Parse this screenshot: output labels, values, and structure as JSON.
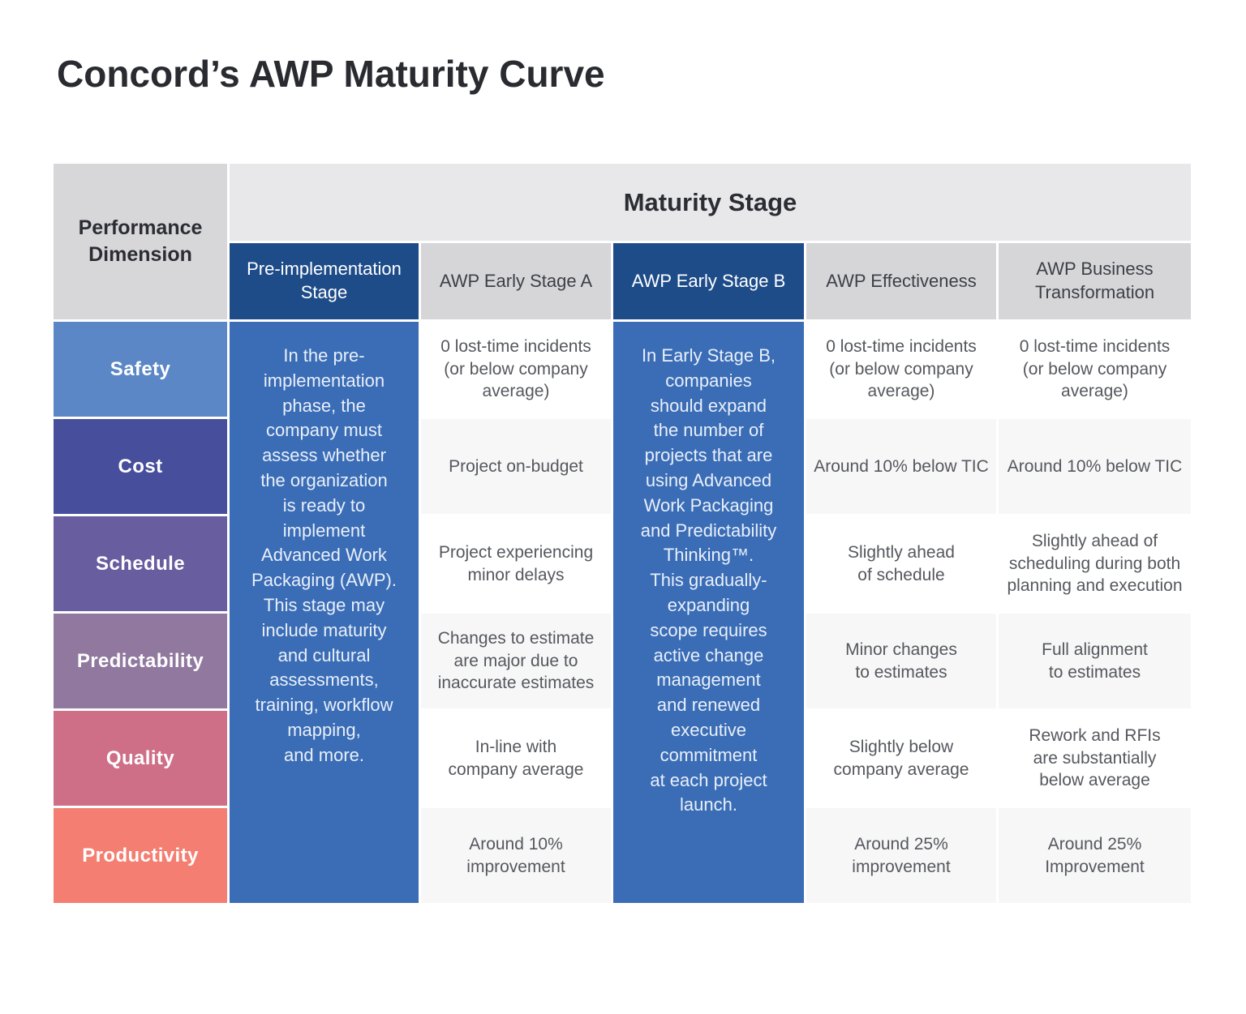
{
  "chart_data": {
    "type": "table",
    "title": "Concord’s AWP Maturity Curve",
    "corner_header": "Performance\nDimension",
    "group_header": "Maturity Stage",
    "columns": [
      {
        "id": "pre_implementation",
        "label": "Pre-implementation\nStage",
        "highlight": true
      },
      {
        "id": "awp_early_stage_a",
        "label": "AWP Early Stage A",
        "highlight": false
      },
      {
        "id": "awp_early_stage_b",
        "label": "AWP Early Stage B",
        "highlight": true
      },
      {
        "id": "awp_effectiveness",
        "label": "AWP Effectiveness",
        "highlight": false
      },
      {
        "id": "awp_business_transformation",
        "label": "AWP Business\nTransformation",
        "highlight": false
      }
    ],
    "rows": [
      {
        "label": "Safety",
        "color": "#5B87C6"
      },
      {
        "label": "Cost",
        "color": "#474F9D"
      },
      {
        "label": "Schedule",
        "color": "#675D9F"
      },
      {
        "label": "Predictability",
        "color": "#90789F"
      },
      {
        "label": "Quality",
        "color": "#CE6E87"
      },
      {
        "label": "Productivity",
        "color": "#F47E71"
      }
    ],
    "merged_columns": {
      "pre_implementation": "In the pre-\nimplementation\nphase, the\ncompany must\nassess whether\nthe organization\nis ready to\nimplement\nAdvanced Work\nPackaging (AWP).\nThis stage may\ninclude maturity\nand cultural\nassessments,\ntraining, workflow\nmapping,\nand more.",
      "awp_early_stage_b": "In Early Stage B,\ncompanies\nshould expand\nthe number of\nprojects that are\nusing Advanced\nWork Packaging\nand Predictability\nThinking™.\nThis gradually-\nexpanding\nscope requires\nactive change\nmanagement\nand renewed\nexecutive\ncommitment\nat each project\nlaunch."
    },
    "cells": {
      "awp_early_stage_a": [
        "0 lost-time incidents\n(or below company\naverage)",
        "Project on-budget",
        "Project experiencing\nminor delays",
        "Changes to estimate\nare major due to\ninaccurate estimates",
        "In-line with\ncompany average",
        "Around 10%\nimprovement"
      ],
      "awp_effectiveness": [
        "0 lost-time incidents\n(or below company\naverage)",
        "Around 10% below TIC",
        "Slightly ahead\nof schedule",
        "Minor changes\nto estimates",
        "Slightly below\ncompany average",
        "Around 25%\nimprovement"
      ],
      "awp_business_transformation": [
        "0 lost-time incidents\n(or below company\naverage)",
        "Around 10% below TIC",
        "Slightly ahead of\nscheduling during both\nplanning and execution",
        "Full alignment\nto estimates",
        "Rework and RFIs\nare substantially\nbelow average",
        "Around 25%\nImprovement"
      ]
    },
    "colors": {
      "header_blue": "#1E4C89",
      "body_blue": "#3A6DB6",
      "group_header_bg": "#E8E8EA",
      "column_header_bg": "#D6D6D9",
      "row_alt_bg": "#F7F7F8"
    }
  }
}
